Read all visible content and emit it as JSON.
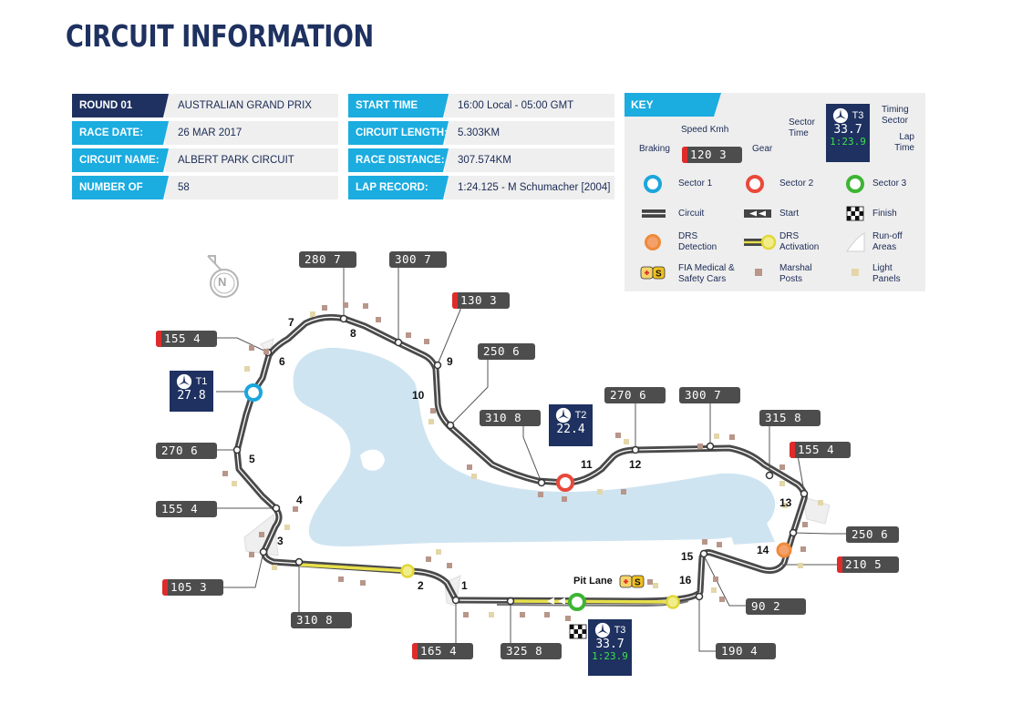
{
  "header": {
    "title": "CIRCUIT INFORMATION"
  },
  "info_left": [
    {
      "label": "ROUND 01",
      "value": "AUSTRALIAN GRAND PRIX"
    },
    {
      "label": "RACE DATE:",
      "value": "26 MAR 2017"
    },
    {
      "label": "CIRCUIT NAME:",
      "value": "ALBERT PARK CIRCUIT"
    },
    {
      "label": "NUMBER OF LAPS:",
      "value": "58"
    }
  ],
  "info_right": [
    {
      "label": "START TIME",
      "value": "16:00 Local - 05:00 GMT"
    },
    {
      "label": "CIRCUIT LENGTH:",
      "value": "5.303KM"
    },
    {
      "label": "RACE DISTANCE:",
      "value": "307.574KM"
    },
    {
      "label": "LAP RECORD:",
      "value": "1:24.125 - M Schumacher [2004]"
    }
  ],
  "key": {
    "title": "KEY",
    "speed_label": "Speed Kmh",
    "braking_label": "Braking",
    "gear_label": "Gear",
    "sample_speed": "120 3",
    "sector_time_label": "Sector Time",
    "timing_sector_label": "Timing Sector",
    "lap_time_label": "Lap Time",
    "sample_sector": "T3",
    "sample_time": "33.7",
    "sample_lap": "1:23.9",
    "items": {
      "sector1": "Sector 1",
      "sector2": "Sector 2",
      "sector3": "Sector 3",
      "circuit": "Circuit",
      "start": "Start",
      "finish": "Finish",
      "drs_detection": "DRS Detection",
      "drs_activation": "DRS Activation",
      "runoff": "Run-off Areas",
      "fia_medical": "FIA Medical & Safety Cars",
      "marshal": "Marshal Posts",
      "light_panels": "Light Panels"
    }
  },
  "compass": {
    "letter": "N"
  },
  "timing": {
    "t1": {
      "label": "T1",
      "time": "27.8"
    },
    "t2": {
      "label": "T2",
      "time": "22.4"
    },
    "t3": {
      "label": "T3",
      "time": "33.7",
      "lap": "1:23.9"
    }
  },
  "pit_lane": {
    "label": "Pit Lane"
  },
  "speeds": {
    "s_280": "280 7",
    "s_300a": "300 7",
    "s_130": "130 3",
    "s_250a": "250 6",
    "s_155a": "155 4",
    "s_270a": "270 6",
    "s_155b": "155 4",
    "s_105": "105 3",
    "s_310a": "310 8",
    "s_310b": "310 8",
    "s_270b": "270 6",
    "s_300b": "300 7",
    "s_315": "315 8",
    "s_155c": "155 4",
    "s_250b": "250 6",
    "s_210": "210 5",
    "s_90": "90 2",
    "s_190": "190 4",
    "s_325": "325 8",
    "s_165": "165 4"
  },
  "turns": [
    "1",
    "2",
    "3",
    "4",
    "5",
    "6",
    "7",
    "8",
    "9",
    "10",
    "11",
    "12",
    "13",
    "14",
    "15",
    "16"
  ],
  "colors": {
    "navy": "#1e3160",
    "cyan": "#1bace0",
    "sector1": "#1ba6dc",
    "sector2": "#e8493a",
    "sector3": "#3cb533",
    "drs_detection": "#ee8a3a",
    "drs_activation": "#e8e04a",
    "lake": "#cfe4f1",
    "marshal": "#b8968a",
    "light_panel": "#e3d6a8"
  }
}
